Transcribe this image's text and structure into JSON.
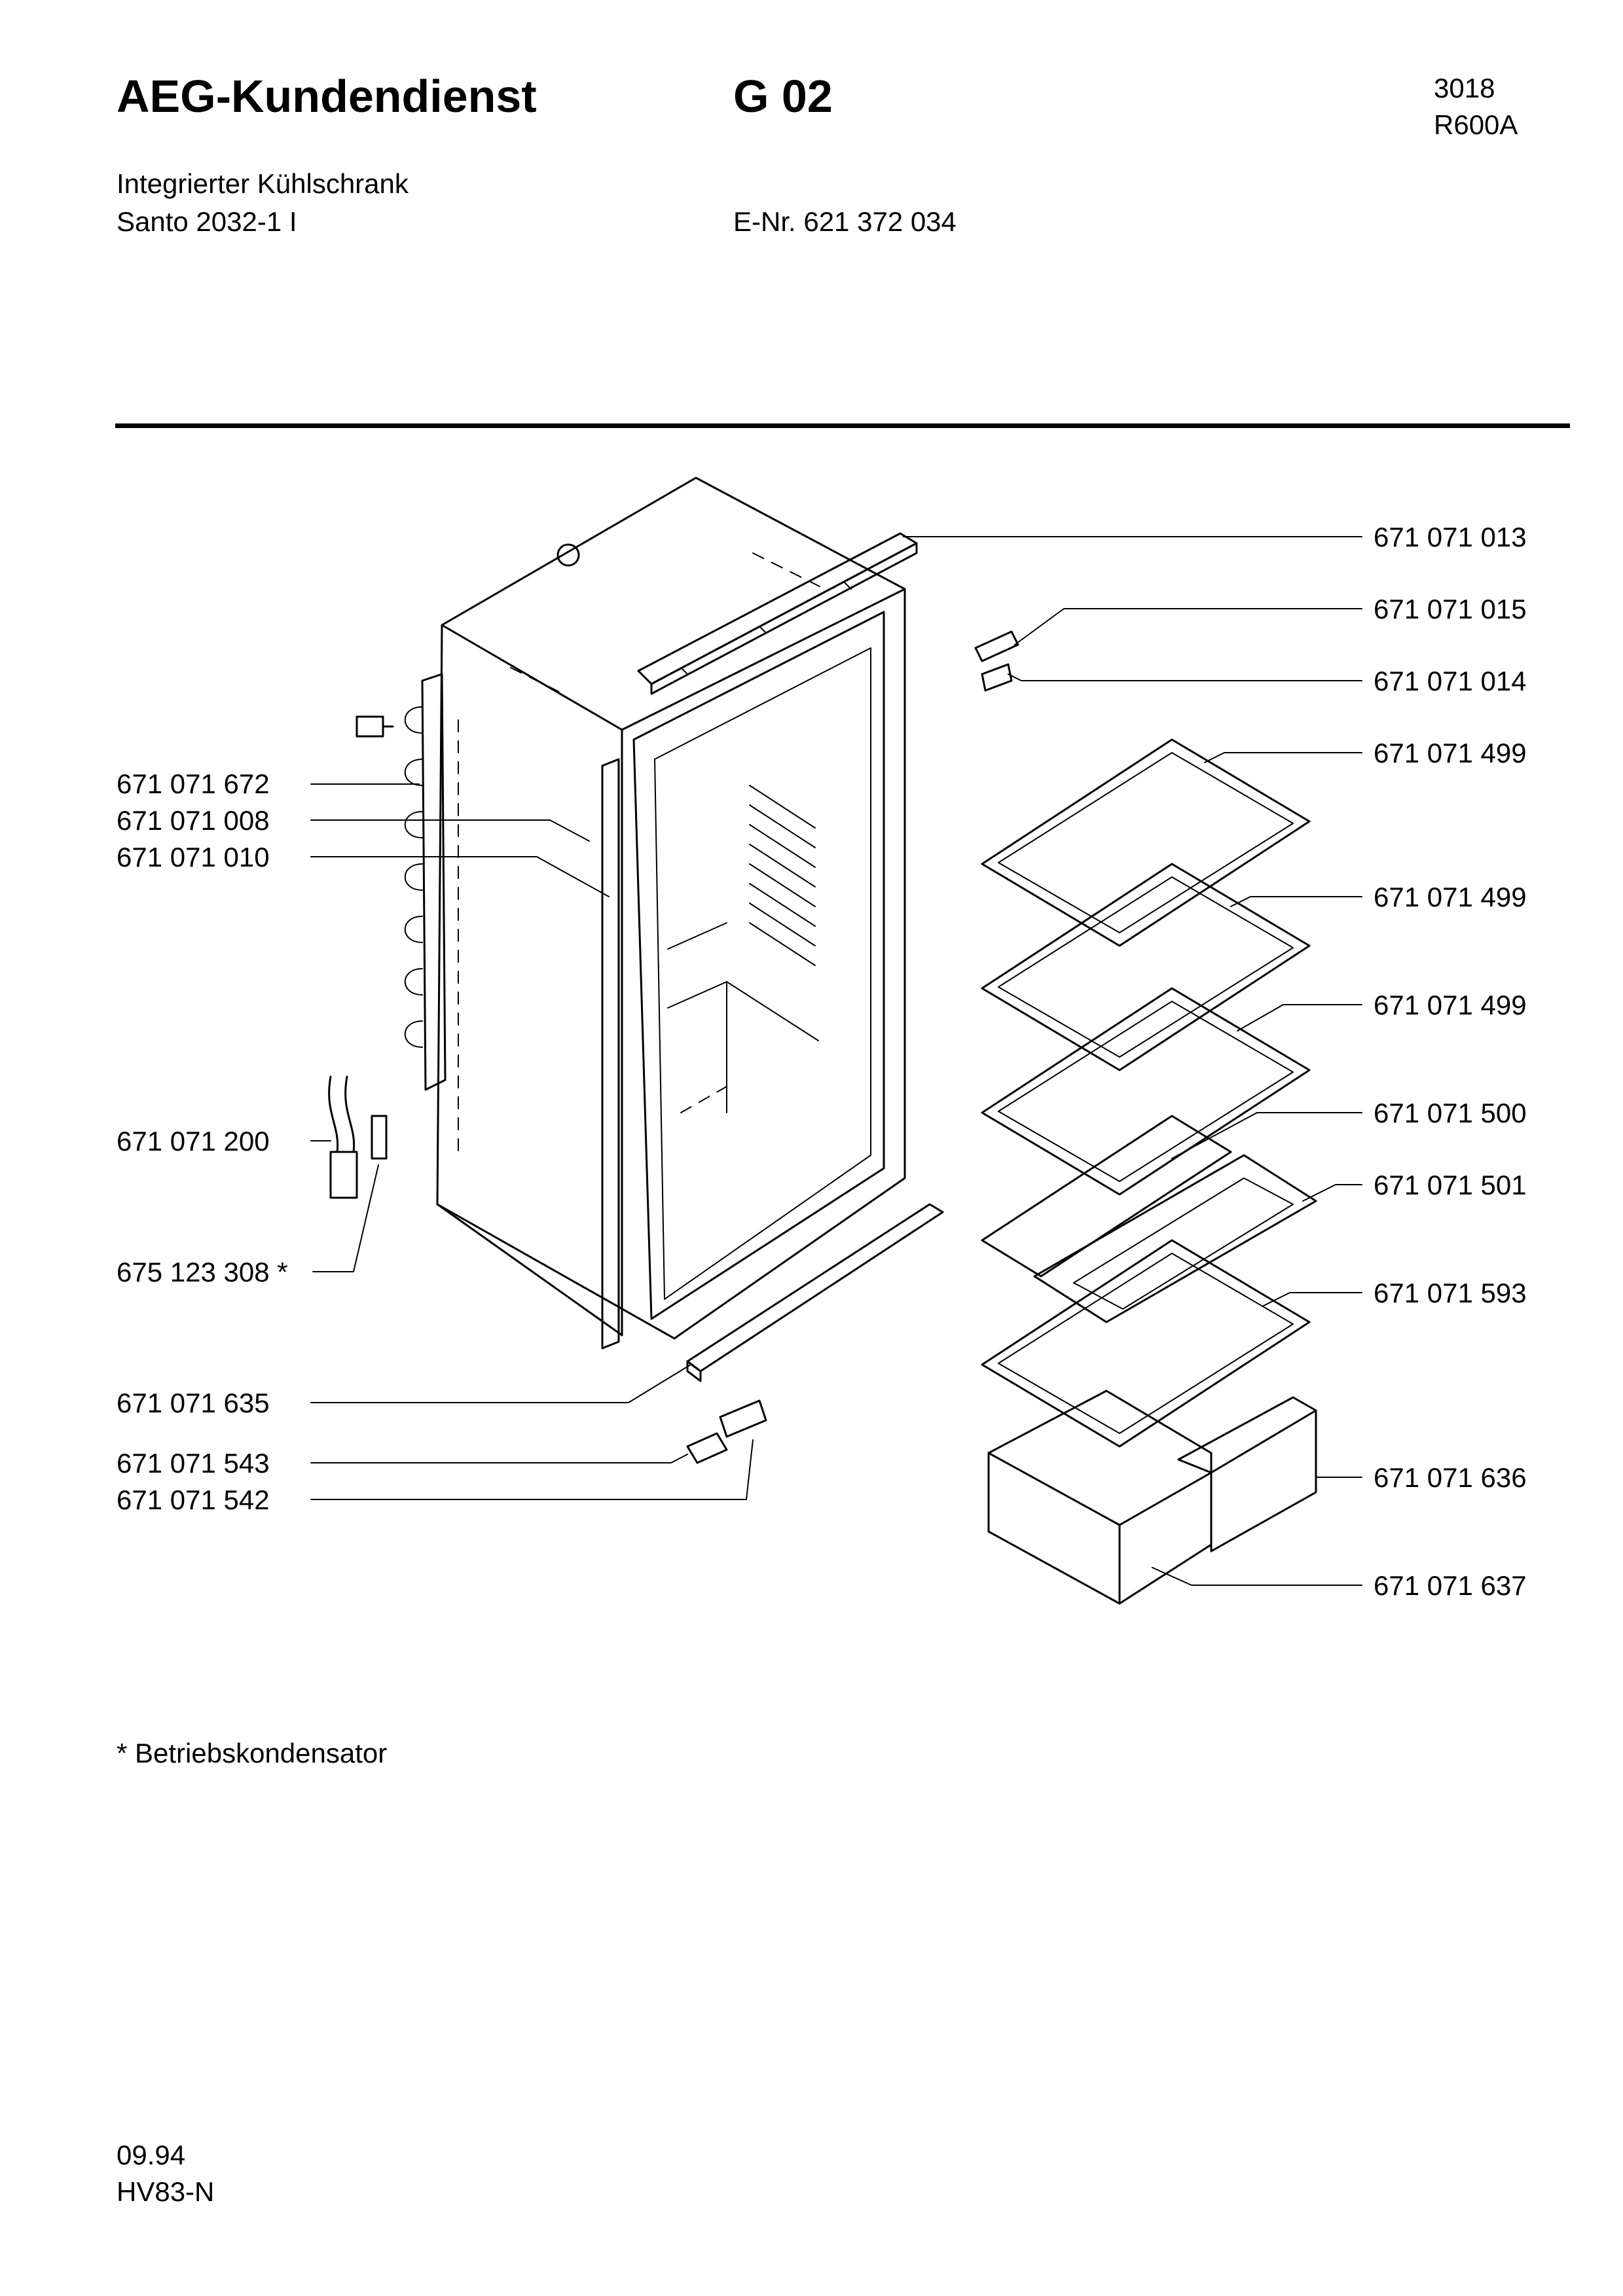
{
  "header": {
    "brand": "AEG-Kundendienst",
    "group": "G 02",
    "code_line1": "3018",
    "code_line2": "R600A",
    "product_type": "Integrierter Kühlschrank",
    "model": "Santo 2032-1 I",
    "enr": "E-Nr. 621 372 034"
  },
  "parts_left": [
    "671 071 672",
    "671 071 008",
    "671 071 010",
    "671 071 200",
    "675 123 308 *",
    "671 071 635",
    "671 071 543",
    "671 071 542"
  ],
  "parts_right": [
    "671 071 013",
    "671 071 015",
    "671 071 014",
    "671 071 499",
    "671 071 499",
    "671 071 499",
    "671 071 500",
    "671 071 501",
    "671 071 593",
    "671 071 636",
    "671 071 637"
  ],
  "footnote": "*  Betriebskondensator",
  "footer": {
    "date": "09.94",
    "doc_code": "HV83-N"
  }
}
